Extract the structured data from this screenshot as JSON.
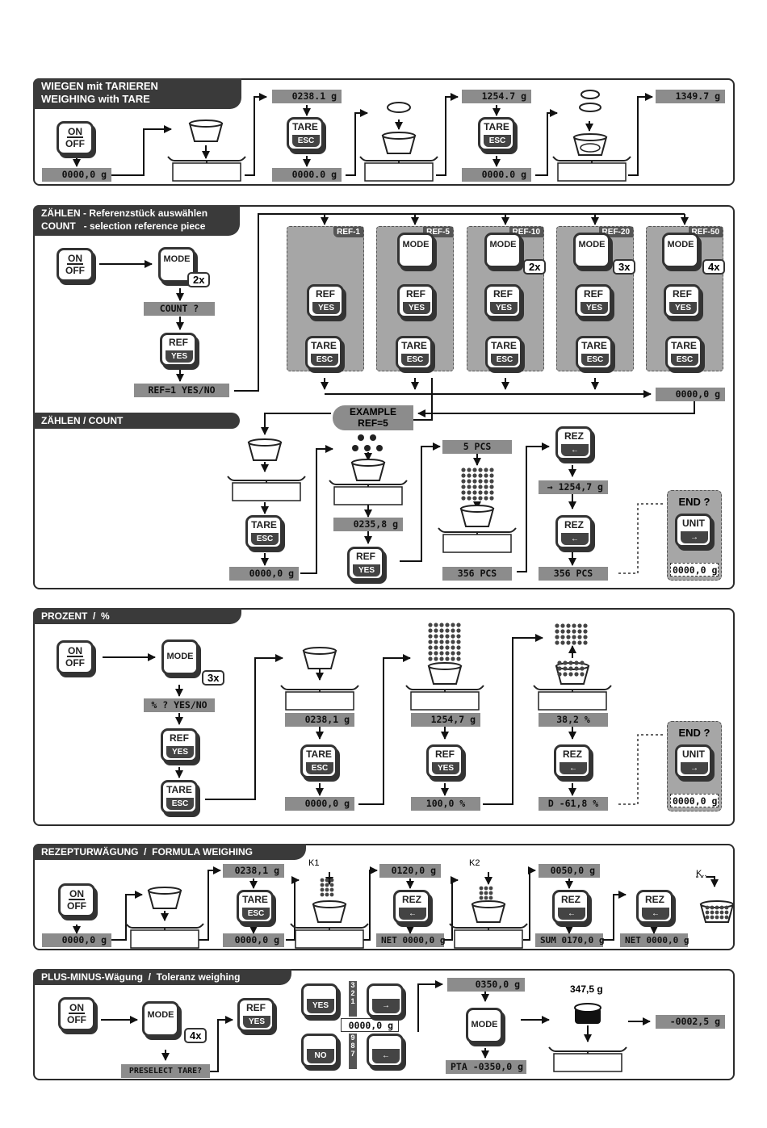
{
  "sections": {
    "tare": {
      "title": "WIEGEN mit TARIEREN\nWEIGHING with TARE"
    },
    "count": {
      "title": "ZÄHLEN - Referenzstück auswählen\nCOUNT   - selection reference piece",
      "subtitle": "ZÄHLEN / COUNT"
    },
    "percent": {
      "title": "PROZENT  /  %"
    },
    "formula": {
      "title": "REZEPTURWÄGUNG  /  FORMULA WEIGHING"
    },
    "plusminus": {
      "title": "PLUS-MINUS-Wägung  /  Toleranz weighing"
    }
  },
  "keys": {
    "on": "ON",
    "off": "OFF",
    "tare": "TARE",
    "esc": "ESC",
    "mode": "MODE",
    "ref": "REF",
    "yes": "YES",
    "rez": "REZ",
    "unit": "UNIT",
    "no": "NO"
  },
  "tare_flow": {
    "d_start": "0000,0 g",
    "d1_top": "0238.1 g",
    "d1_bot": "0000.0 g",
    "d2_top": "1254.7 g",
    "d2_bot": "0000.0 g",
    "d3_top": "1349.7 g"
  },
  "count_flow": {
    "mode_mult": "2x",
    "prompt": "COUNT ?",
    "ref_status": "REF=1    YES/NO",
    "refs": [
      {
        "label": "REF-1",
        "mult": ""
      },
      {
        "label": "REF-5",
        "mult": ""
      },
      {
        "label": "REF-10",
        "mult": "2x"
      },
      {
        "label": "REF-20",
        "mult": "3x"
      },
      {
        "label": "REF-50",
        "mult": "4x"
      }
    ],
    "d_result": "0000,0 g",
    "example": "EXAMPLE\nREF=5",
    "d_zero": "0000,0 g",
    "d_ref": "0235,8 g",
    "d_pcs5": "5 PCS",
    "d_arrow": "→  1254,7 g",
    "d_pcs1": "356 PCS",
    "d_pcs2": "356 PCS",
    "end_prompt": "END ?",
    "end_disp": "0000,0 g"
  },
  "percent_flow": {
    "mode_mult": "3x",
    "prompt": "% ?   YES/NO",
    "d1": "0238,1 g",
    "d1b": "0000,0 g",
    "d2": "1254,7 g",
    "d2b": "100,0 %",
    "d3": "38,2 %",
    "d3b": "D  -61,8 %",
    "end_prompt": "END ?",
    "end_disp": "0000,0 g"
  },
  "formula_flow": {
    "d_start": "0000,0 g",
    "d1": "0238,1 g",
    "d1b": "0000,0 g",
    "k1": "K1",
    "d2": "0120,0 g",
    "d2b": "NET 0000,0 g",
    "k2": "K2",
    "d3": "0050,0 g",
    "d3b": "SUM 0170,0 g",
    "d4b": "NET 0000,0 g",
    "kn": "K.."
  },
  "plusminus_flow": {
    "mode_mult": "4x",
    "prompt": "PRESELECT TARE?",
    "digits_up": [
      "3",
      "2",
      "1"
    ],
    "digits_down": [
      "9",
      "8",
      "7"
    ],
    "digit_disp": "0000,0 g",
    "d_top": "0350,0 g",
    "d_pta": "PTA  -0350,0 g",
    "weight": "347,5 g",
    "d_result": "-0002,5 g"
  }
}
